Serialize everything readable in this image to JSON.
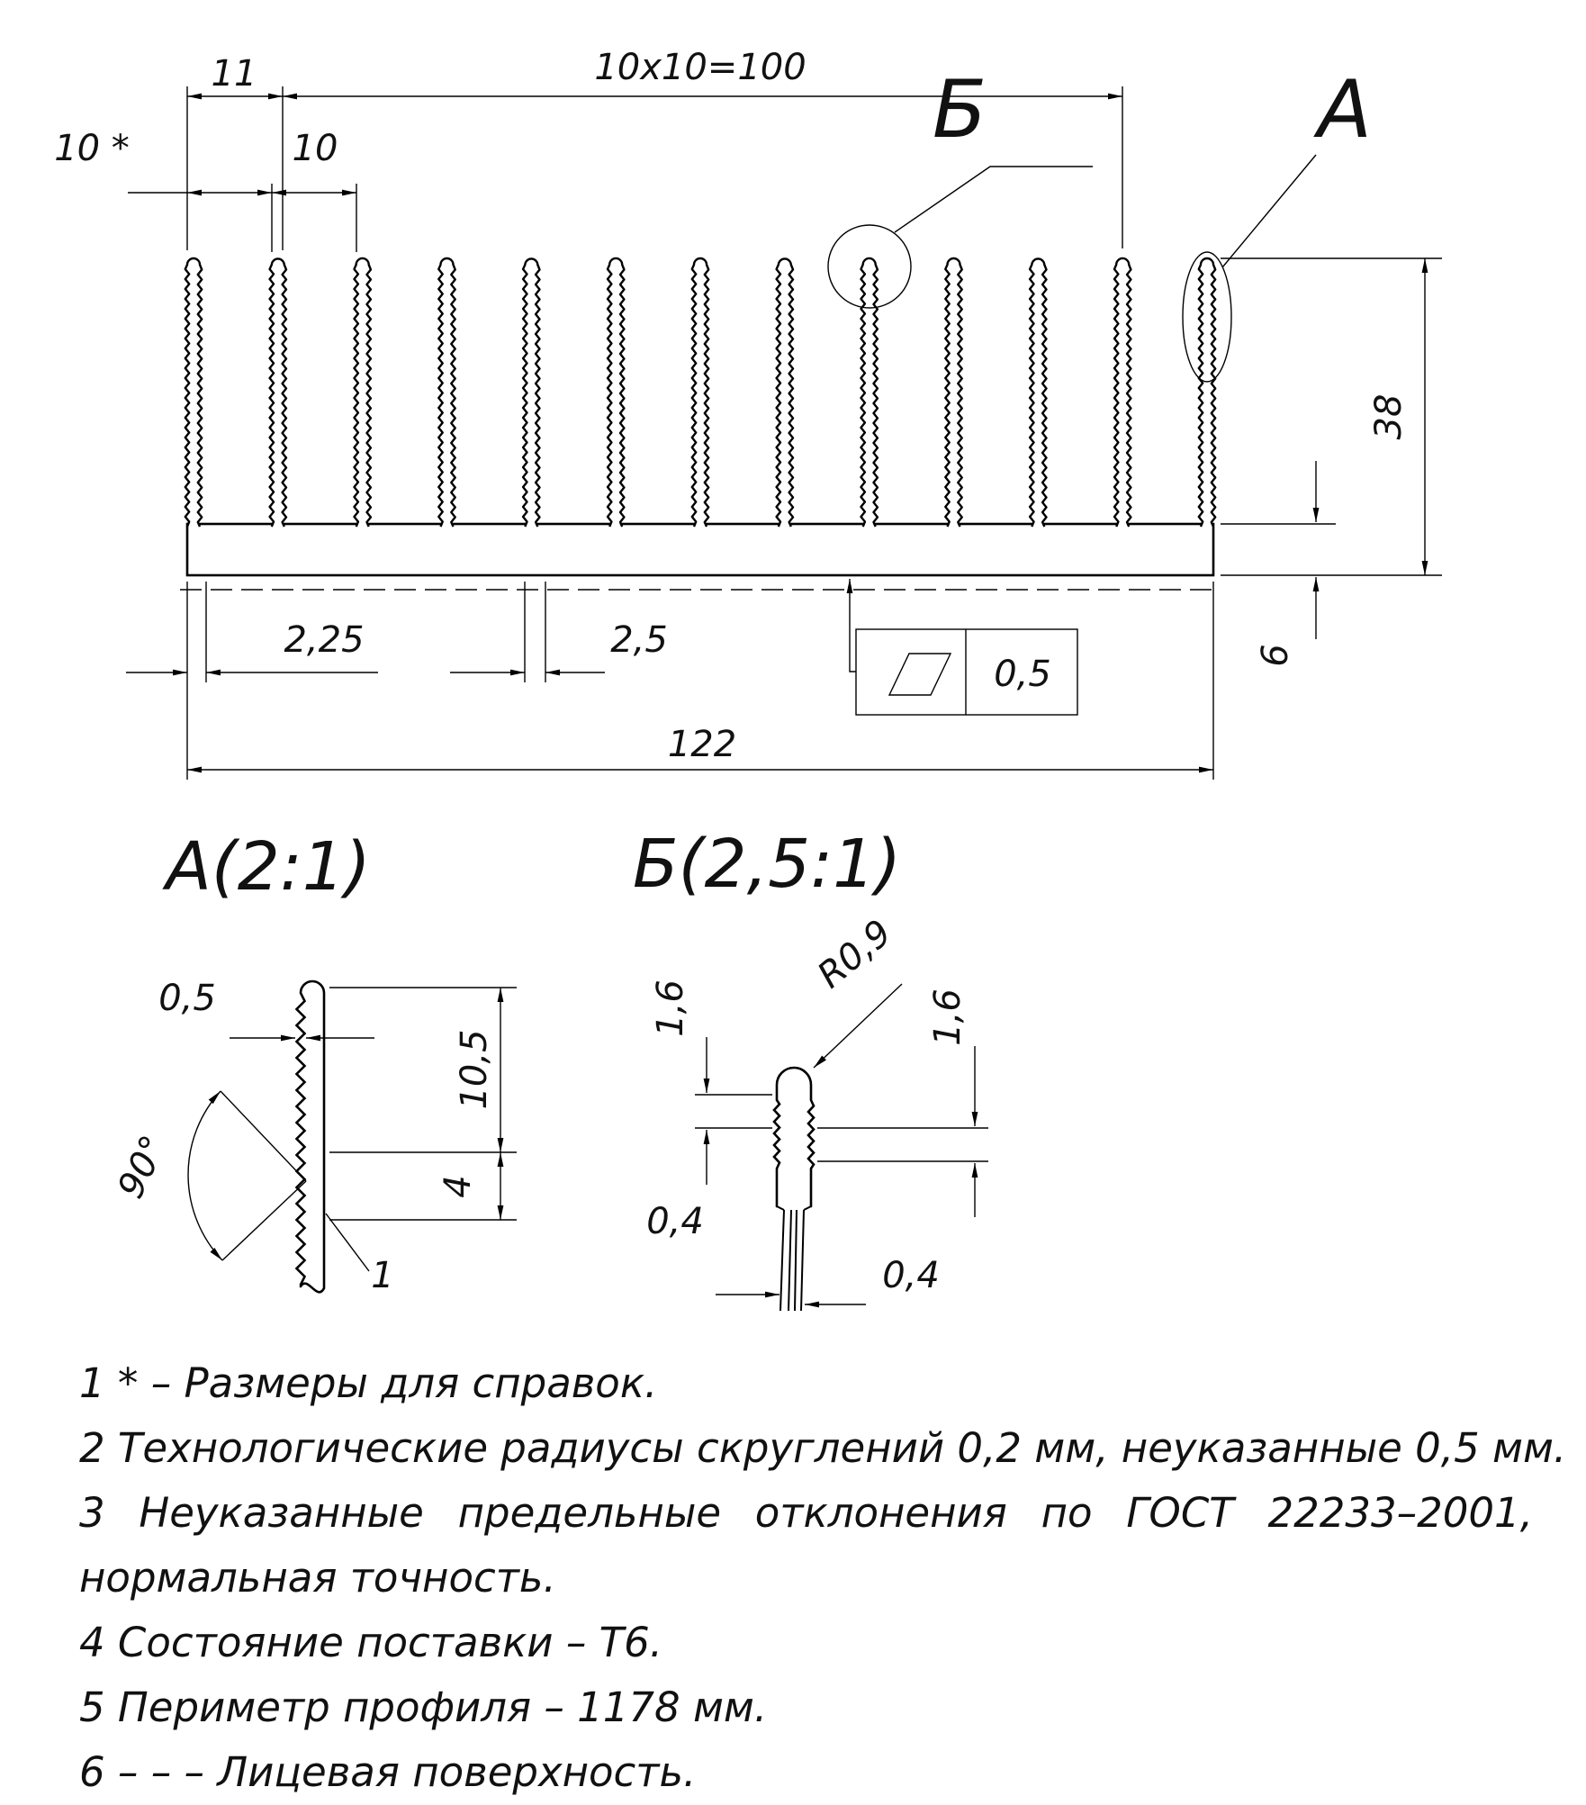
{
  "page": {
    "bg": "#ffffff",
    "ink": "#000000"
  },
  "main_view": {
    "dim_11": "11",
    "dim_pitch_total": "10x10=100",
    "view_label_b": "Б",
    "view_label_a": "А",
    "dim_10_ref": "10 *",
    "dim_10": "10",
    "dim_height": "38",
    "dim_base": "6",
    "dim_root_left": "2,25",
    "dim_root_mid": "2,5",
    "flatness_value": "0,5",
    "dim_width": "122"
  },
  "detail_a": {
    "title": "А(2:1)",
    "dim_tooth_depth": "0,5",
    "angle": "90°",
    "dim_tip_len": "10,5",
    "dim_band": "4",
    "ref_mark": "1"
  },
  "detail_b": {
    "title": "Б(2,5:1)",
    "radius": "R0,9",
    "dim_band_left": "1,6",
    "dim_band_right": "1,6",
    "dim_wall_left": "0,4",
    "dim_wall_right": "0,4"
  },
  "notes": [
    "1  * – Размеры для справок.",
    "2  Технологические радиусы скруглений 0,2 мм, неуказанные 0,5 мм.",
    "3  Неуказанные предельные отклонения по ГОСТ 22233–2001,",
    "нормальная точность.",
    "4  Состояние поставки – Т6.",
    "5  Периметр профиля – 1178 мм.",
    "6  – – –  Лицевая поверхность."
  ]
}
